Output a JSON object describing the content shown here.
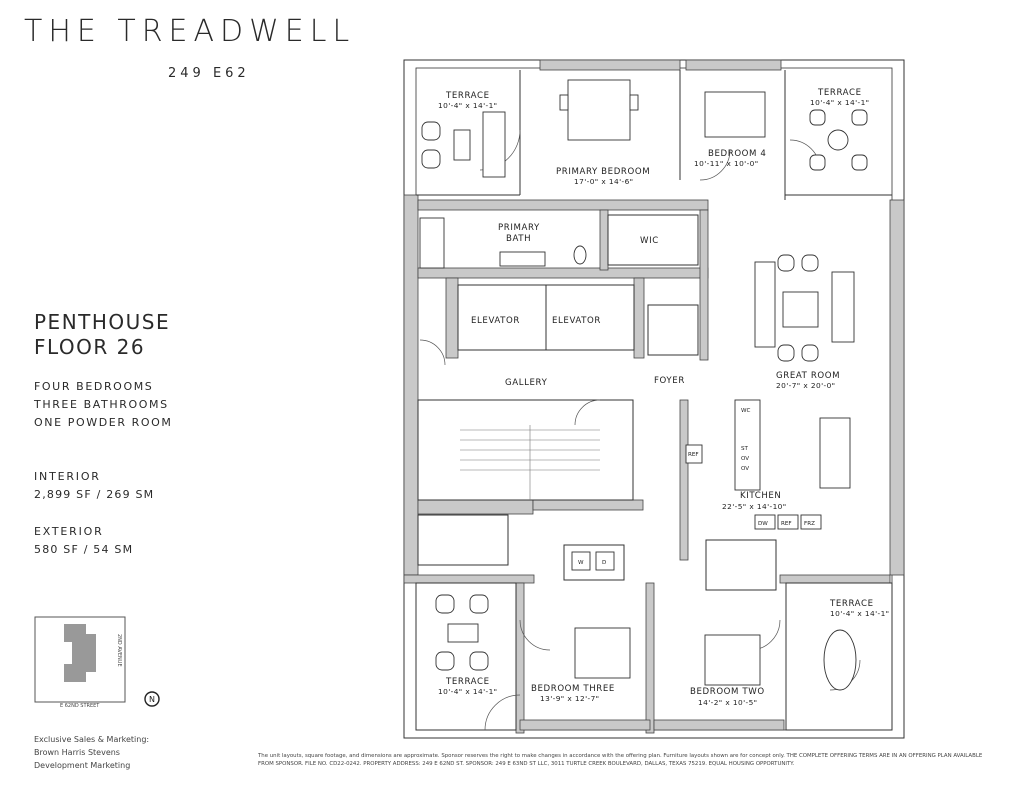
{
  "header": {
    "title": "THE TREADWELL",
    "address": "249 E62"
  },
  "unit": {
    "name_line1": "PENTHOUSE",
    "name_line2": "FLOOR 26"
  },
  "features": [
    "FOUR BEDROOMS",
    "THREE BATHROOMS",
    "ONE POWDER ROOM"
  ],
  "interior": {
    "label": "INTERIOR",
    "value": "2,899 SF / 269 SM"
  },
  "exterior": {
    "label": "EXTERIOR",
    "value": "580 SF / 54 SM"
  },
  "keyplan": {
    "street_bottom": "E 62ND STREET",
    "street_right": "2ND AVENUE",
    "north": "N"
  },
  "credits": [
    "Exclusive Sales & Marketing:",
    "Brown Harris Stevens",
    "Development Marketing"
  ],
  "disclaimer": "The unit layouts, square footage, and dimensions are approximate. Sponsor reserves the right to make changes in accordance with the offering plan. Furniture layouts shown are for concept only. THE COMPLETE OFFERING TERMS ARE IN AN OFFERING PLAN AVAILABLE FROM SPONSOR. FILE NO. CD22-0242. PROPERTY ADDRESS: 249 E 62ND ST. SPONSOR: 249 E 63ND ST LLC, 3011 TURTLE CREEK BOULEVARD, DALLAS, TEXAS 75219. EQUAL HOUSING OPPORTUNITY.",
  "rooms": {
    "terrace_nw": {
      "name": "TERRACE",
      "dims": "10'-4\" x 14'-1\""
    },
    "primary_bedroom": {
      "name": "PRIMARY BEDROOM",
      "dims": "17'-0\" x 14'-6\""
    },
    "bedroom4": {
      "name": "BEDROOM 4",
      "dims": "10'-11\" x 10'-0\""
    },
    "terrace_ne": {
      "name": "TERRACE",
      "dims": "10'-4\" x 14'-1\""
    },
    "primary_bath": {
      "name_line1": "PRIMARY",
      "name_line2": "BATH"
    },
    "wic": {
      "name": "WIC"
    },
    "elevator1": {
      "name": "ELEVATOR"
    },
    "elevator2": {
      "name": "ELEVATOR"
    },
    "gallery": {
      "name": "GALLERY"
    },
    "foyer": {
      "name": "FOYER"
    },
    "great_room": {
      "name": "GREAT ROOM",
      "dims": "20'-7\" x 20'-0\""
    },
    "kitchen": {
      "name": "KITCHEN",
      "dims": "22'-5\" x 14'-10\""
    },
    "terrace_se": {
      "name": "TERRACE",
      "dims": "10'-4\" x 14'-1\""
    },
    "terrace_sw": {
      "name": "TERRACE",
      "dims": "10'-4\" x 14'-1\""
    },
    "bedroom_three": {
      "name": "BEDROOM THREE",
      "dims": "13'-9\" x 12'-7\""
    },
    "bedroom_two": {
      "name": "BEDROOM TWO",
      "dims": "14'-2\" x 10'-5\""
    }
  },
  "appliances": {
    "wc": "WC",
    "ref": "REF",
    "dw": "DW",
    "ref2": "REF",
    "frz": "FRZ",
    "w": "W",
    "d": "D",
    "ovens": [
      "ST",
      "OV",
      "OV"
    ]
  }
}
